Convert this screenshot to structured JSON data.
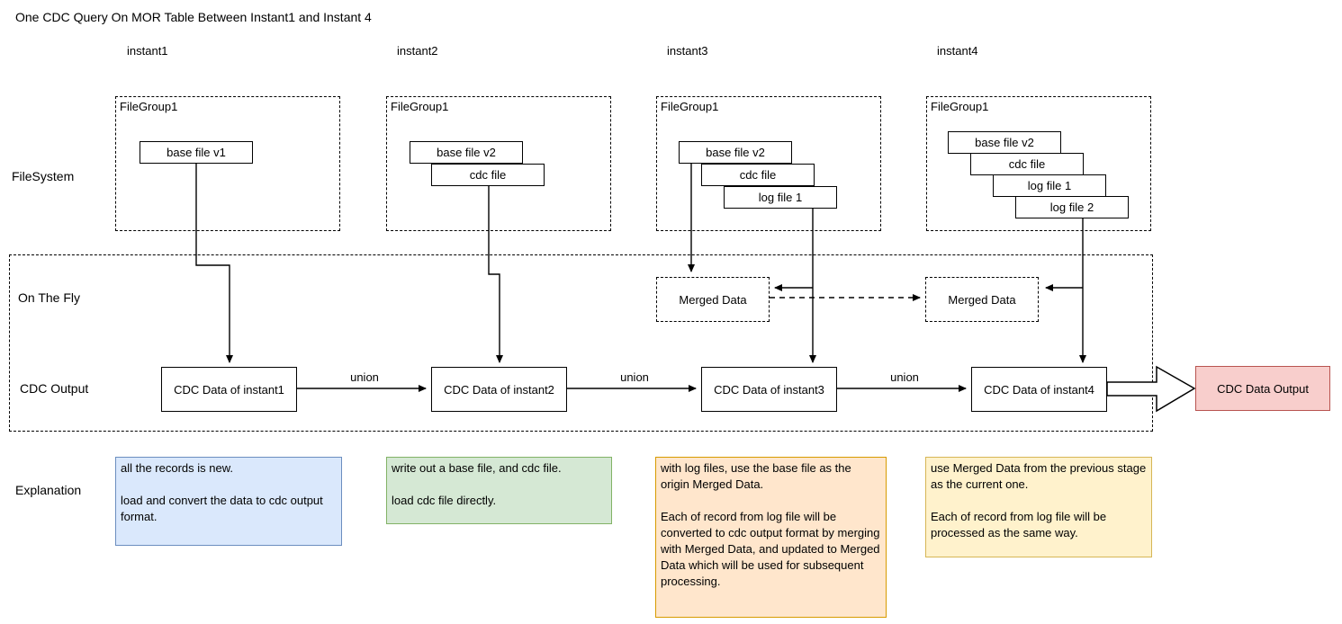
{
  "title": "One CDC Query On MOR Table Between Instant1 and Instant 4",
  "row_labels": {
    "filesystem": "FileSystem",
    "on_the_fly": "On The Fly",
    "cdc_output": "CDC Output",
    "explanation": "Explanation"
  },
  "columns": [
    {
      "instant": "instant1",
      "filegroup_label": "FileGroup1",
      "files": [
        "base file v1"
      ],
      "cdc_label": "CDC Data of instant1",
      "explanation": "all the records is new.\n\nload and convert the data to cdc output format."
    },
    {
      "instant": "instant2",
      "filegroup_label": "FileGroup1",
      "files": [
        "base file v2",
        "cdc file"
      ],
      "cdc_label": "CDC Data of instant2",
      "explanation": "write out a base file, and cdc file.\n\nload cdc file directly."
    },
    {
      "instant": "instant3",
      "filegroup_label": "FileGroup1",
      "files": [
        "base file v2",
        "cdc file",
        "log file 1"
      ],
      "merged_label": "Merged Data",
      "cdc_label": "CDC Data of instant3",
      "explanation": "with log files, use the base file as the origin Merged Data.\n\nEach of record from log file will be converted to cdc output format by merging with Merged Data, and updated to Merged Data which will be used for subsequent processing."
    },
    {
      "instant": "instant4",
      "filegroup_label": "FileGroup1",
      "files": [
        "base file v2",
        "cdc file",
        "log file 1",
        "log file 2"
      ],
      "merged_label": "Merged Data",
      "cdc_label": "CDC Data of instant4",
      "explanation": "use Merged Data from the previous stage as the current one.\n\nEach of record from log file will be processed as the same way."
    }
  ],
  "connectors": {
    "union_label": "union"
  },
  "output_box": {
    "label": "CDC Data Output"
  },
  "colors": {
    "explanation_instant1": {
      "bg": "#dae8fc",
      "border": "#6c8ebf"
    },
    "explanation_instant2": {
      "bg": "#d5e8d4",
      "border": "#82b366"
    },
    "explanation_instant3": {
      "bg": "#ffe6cc",
      "border": "#d79b00"
    },
    "explanation_instant4": {
      "bg": "#fff2cc",
      "border": "#d6b656"
    },
    "output_box": {
      "bg": "#f8cecc",
      "border": "#b85450"
    },
    "line": "#000000"
  }
}
